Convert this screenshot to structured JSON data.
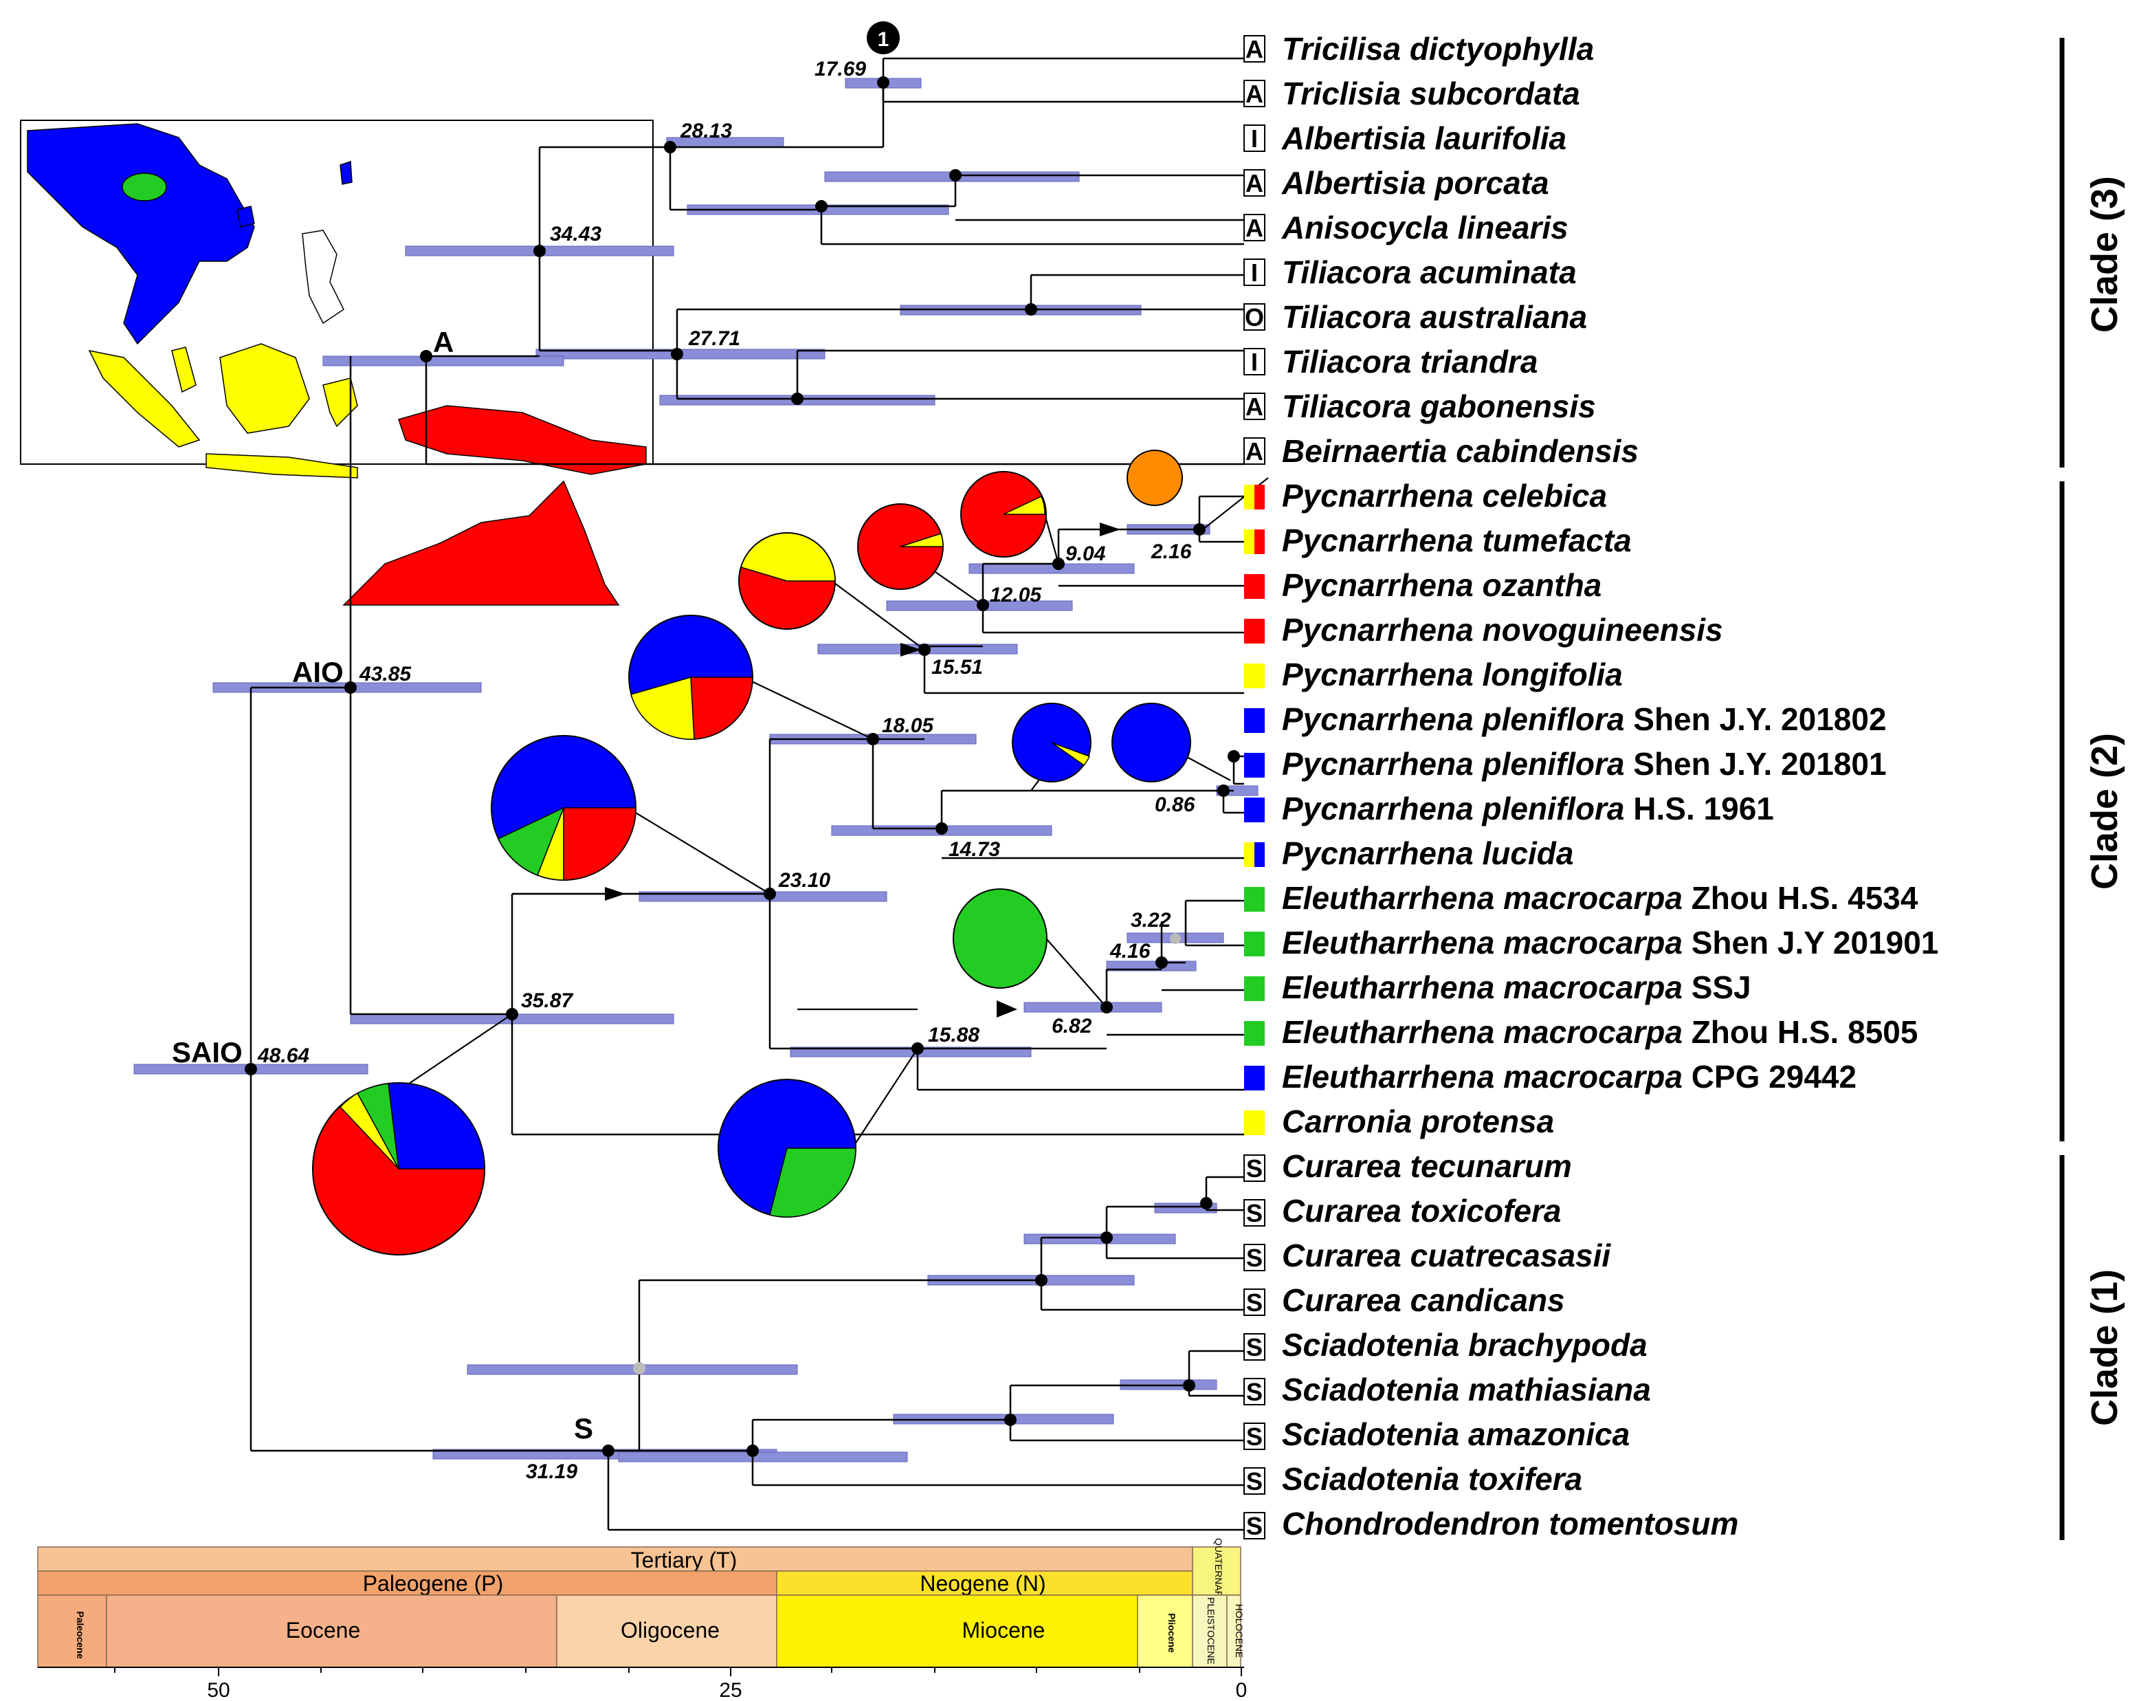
{
  "colors": {
    "A": "#ff0000",
    "I": "#ffff00",
    "O": "#ff8c00",
    "AIO": "#0000ff",
    "green": "#22cc22",
    "hpd_bar": "#8a8ed8",
    "tertiary": "#f7c393",
    "paleogene": "#f2a26b",
    "paleocene": "#f5ab7b",
    "eocene": "#f5b28a",
    "oligocene": "#fbd3a9",
    "neogene": "#fbe12b",
    "miocene": "#fff200",
    "pliocene": "#ffff88",
    "quaternary": "#f8f480",
    "pleistocene": "#f7f6bc"
  },
  "taxa": [
    {
      "name": "Tricilisa dictyophylla",
      "voucher": "",
      "area": "A",
      "code_style": "letter"
    },
    {
      "name": "Triclisia subcordata",
      "voucher": "",
      "area": "A",
      "code_style": "letter"
    },
    {
      "name": "Albertisia laurifolia",
      "voucher": "",
      "area": "I",
      "code_style": "letter"
    },
    {
      "name": "Albertisia porcata",
      "voucher": "",
      "area": "A",
      "code_style": "letter"
    },
    {
      "name": "Anisocycla linearis",
      "voucher": "",
      "area": "A",
      "code_style": "letter"
    },
    {
      "name": "Tiliacora acuminata",
      "voucher": "",
      "area": "I",
      "code_style": "letter"
    },
    {
      "name": "Tiliacora australiana",
      "voucher": "",
      "area": "O",
      "code_style": "letter"
    },
    {
      "name": "Tiliacora triandra",
      "voucher": "",
      "area": "I",
      "code_style": "letter"
    },
    {
      "name": "Tiliacora gabonensis",
      "voucher": "",
      "area": "A",
      "code_style": "letter"
    },
    {
      "name": "Beirnaertia cabindensis",
      "voucher": "",
      "area": "A",
      "code_style": "letter"
    },
    {
      "name": "Pycnarrhena celebica",
      "voucher": "",
      "area": "yellow-red",
      "code_style": "color"
    },
    {
      "name": "Pycnarrhena tumefacta",
      "voucher": "",
      "area": "yellow-red",
      "code_style": "color"
    },
    {
      "name": "Pycnarrhena ozantha",
      "voucher": "",
      "area": "red",
      "code_style": "color"
    },
    {
      "name": "Pycnarrhena novoguineensis",
      "voucher": "",
      "area": "red",
      "code_style": "color"
    },
    {
      "name": "Pycnarrhena longifolia",
      "voucher": "",
      "area": "yellow",
      "code_style": "color"
    },
    {
      "name": "Pycnarrhena pleniflora",
      "voucher": "Shen J.Y. 201802",
      "area": "blue",
      "code_style": "color"
    },
    {
      "name": "Pycnarrhena pleniflora",
      "voucher": "Shen J.Y. 201801",
      "area": "blue",
      "code_style": "color"
    },
    {
      "name": "Pycnarrhena pleniflora",
      "voucher": "H.S. 1961",
      "area": "blue",
      "code_style": "color"
    },
    {
      "name": "Pycnarrhena lucida",
      "voucher": "",
      "area": "yellow-blue",
      "code_style": "color"
    },
    {
      "name": "Eleutharrhena macrocarpa",
      "voucher": "Zhou H.S. 4534",
      "area": "green",
      "code_style": "color"
    },
    {
      "name": "Eleutharrhena macrocarpa",
      "voucher": "Shen J.Y 201901",
      "area": "green",
      "code_style": "color"
    },
    {
      "name": "Eleutharrhena macrocarpa",
      "voucher": "SSJ",
      "area": "green",
      "code_style": "color"
    },
    {
      "name": "Eleutharrhena macrocarpa",
      "voucher": "Zhou H.S. 8505",
      "area": "green",
      "code_style": "color"
    },
    {
      "name": "Eleutharrhena macrocarpa",
      "voucher": "CPG 29442",
      "area": "blue",
      "code_style": "color"
    },
    {
      "name": "Carronia protensa",
      "voucher": "",
      "area": "yellow",
      "code_style": "color"
    },
    {
      "name": "Curarea tecunarum",
      "voucher": "",
      "area": "S",
      "code_style": "letter"
    },
    {
      "name": "Curarea toxicofera",
      "voucher": "",
      "area": "S",
      "code_style": "letter"
    },
    {
      "name": "Curarea cuatrecasasii",
      "voucher": "",
      "area": "S",
      "code_style": "letter"
    },
    {
      "name": "Curarea candicans",
      "voucher": "",
      "area": "S",
      "code_style": "letter"
    },
    {
      "name": "Sciadotenia brachypoda",
      "voucher": "",
      "area": "S",
      "code_style": "letter"
    },
    {
      "name": "Sciadotenia mathiasiana",
      "voucher": "",
      "area": "S",
      "code_style": "letter"
    },
    {
      "name": "Sciadotenia amazonica",
      "voucher": "",
      "area": "S",
      "code_style": "letter"
    },
    {
      "name": "Sciadotenia toxifera",
      "voucher": "",
      "area": "S",
      "code_style": "letter"
    },
    {
      "name": "Chondrodendron tomentosum",
      "voucher": "",
      "area": "S",
      "code_style": "letter"
    }
  ],
  "node_ages": [
    "17.69",
    "28.13",
    "34.43",
    "27.71",
    "9.04",
    "2.16",
    "12.05",
    "15.51",
    "43.85",
    "18.05",
    "0.86",
    "14.73",
    "23.10",
    "3.22",
    "4.16",
    "6.82",
    "15.88",
    "35.87",
    "48.64",
    "31.19"
  ],
  "node_labels": {
    "africa": "A",
    "aio": "AIO",
    "saio": "SAIO",
    "south_america": "S"
  },
  "badge": "1",
  "clades": [
    "Clade (3)",
    "Clade (2)",
    "Clade (1)"
  ],
  "geologic_scale": {
    "era": "Tertiary (T)",
    "periods": [
      "Paleogene (P)",
      "Neogene (N)"
    ],
    "epochs": [
      "Paleocene",
      "Eocene",
      "Oligocene",
      "Miocene",
      "Pliocene"
    ],
    "quaternary": "QUATERNARY",
    "pleistocene": "PLEISTOCENE",
    "holocene": "HOLOCENE"
  },
  "axis_ticks": [
    "50",
    "25",
    "0"
  ]
}
